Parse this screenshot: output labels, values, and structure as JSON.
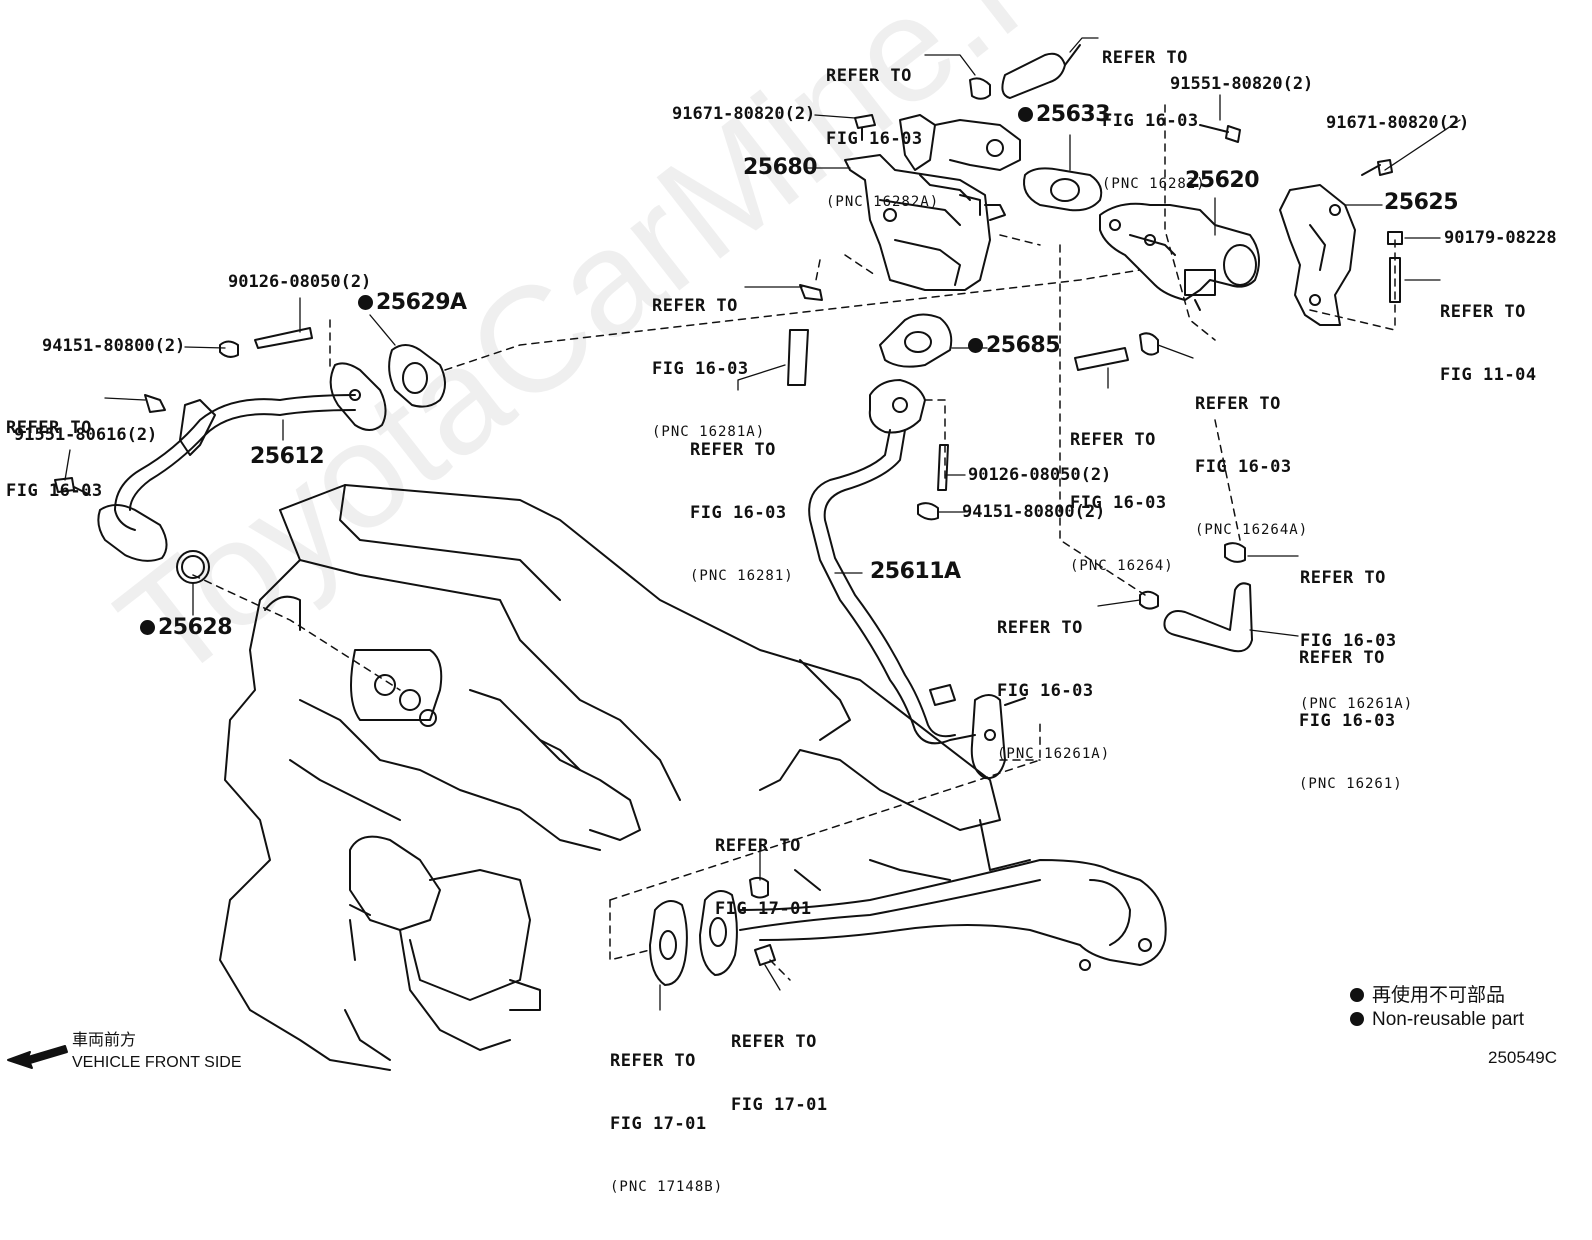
{
  "labels": {
    "ref_16282a": {
      "line1": "REFER TO",
      "line2": "FIG 16-03",
      "pnc": "(PNC 16282A)"
    },
    "ref_16282": {
      "line1": "REFER TO",
      "line2": "FIG 16-03",
      "pnc": "(PNC 16282)"
    },
    "ref_16281a": {
      "line1": "REFER TO",
      "line2": "FIG 16-03",
      "pnc": "(PNC 16281A)"
    },
    "ref_16281": {
      "line1": "REFER TO",
      "line2": "FIG 16-03",
      "pnc": "(PNC 16281)"
    },
    "ref_16264": {
      "line1": "REFER TO",
      "line2": "FIG 16-03",
      "pnc": "(PNC 16264)"
    },
    "ref_16264a": {
      "line1": "REFER TO",
      "line2": "FIG 16-03",
      "pnc": "(PNC 16264A)"
    },
    "ref_16261a_r": {
      "line1": "REFER TO",
      "line2": "FIG 16-03",
      "pnc": "(PNC 16261A)"
    },
    "ref_16261a_l": {
      "line1": "REFER TO",
      "line2": "FIG 16-03",
      "pnc": "(PNC 16261A)"
    },
    "ref_16261": {
      "line1": "REFER TO",
      "line2": "FIG 16-03",
      "pnc": "(PNC 16261)"
    },
    "ref_11_04": {
      "line1": "REFER TO",
      "line2": "FIG 11-04"
    },
    "ref_left": {
      "line1": "REFER TO",
      "line2": "FIG 16-03"
    },
    "ref_17_01_top": {
      "line1": "REFER TO",
      "line2": "FIG 17-01"
    },
    "ref_17_01_bottom": {
      "line1": "REFER TO",
      "line2": "FIG 17-01"
    },
    "ref_17148b": {
      "line1": "REFER TO",
      "line2": "FIG 17-01",
      "pnc": "(PNC 17148B)"
    }
  },
  "parts": {
    "p25633": "25633",
    "p25680": "25680",
    "p25620": "25620",
    "p25625": "25625",
    "p25629a": "25629A",
    "p25685": "25685",
    "p25612": "25612",
    "p25628": "25628",
    "p25611a": "25611A"
  },
  "bolts": {
    "b91671_top": "91671-80820(2)",
    "b91551_top": "91551-80820(2)",
    "b91671_right": "91671-80820(2)",
    "b90179": "90179-08228",
    "b90126_left": "90126-08050(2)",
    "b94151_left": "94151-80800(2)",
    "b91551_left": "91551-80616(2)",
    "b90126_mid": "90126-08050(2)",
    "b94151_mid": "94151-80800(2)"
  },
  "legend": {
    "jp": "再使用不可部品",
    "en": "Non-reusable part"
  },
  "front": {
    "jp": "車両前方",
    "en": "VEHICLE FRONT SIDE"
  },
  "figure_code": "250549C",
  "watermark": "ToyotaCarMine.ru"
}
